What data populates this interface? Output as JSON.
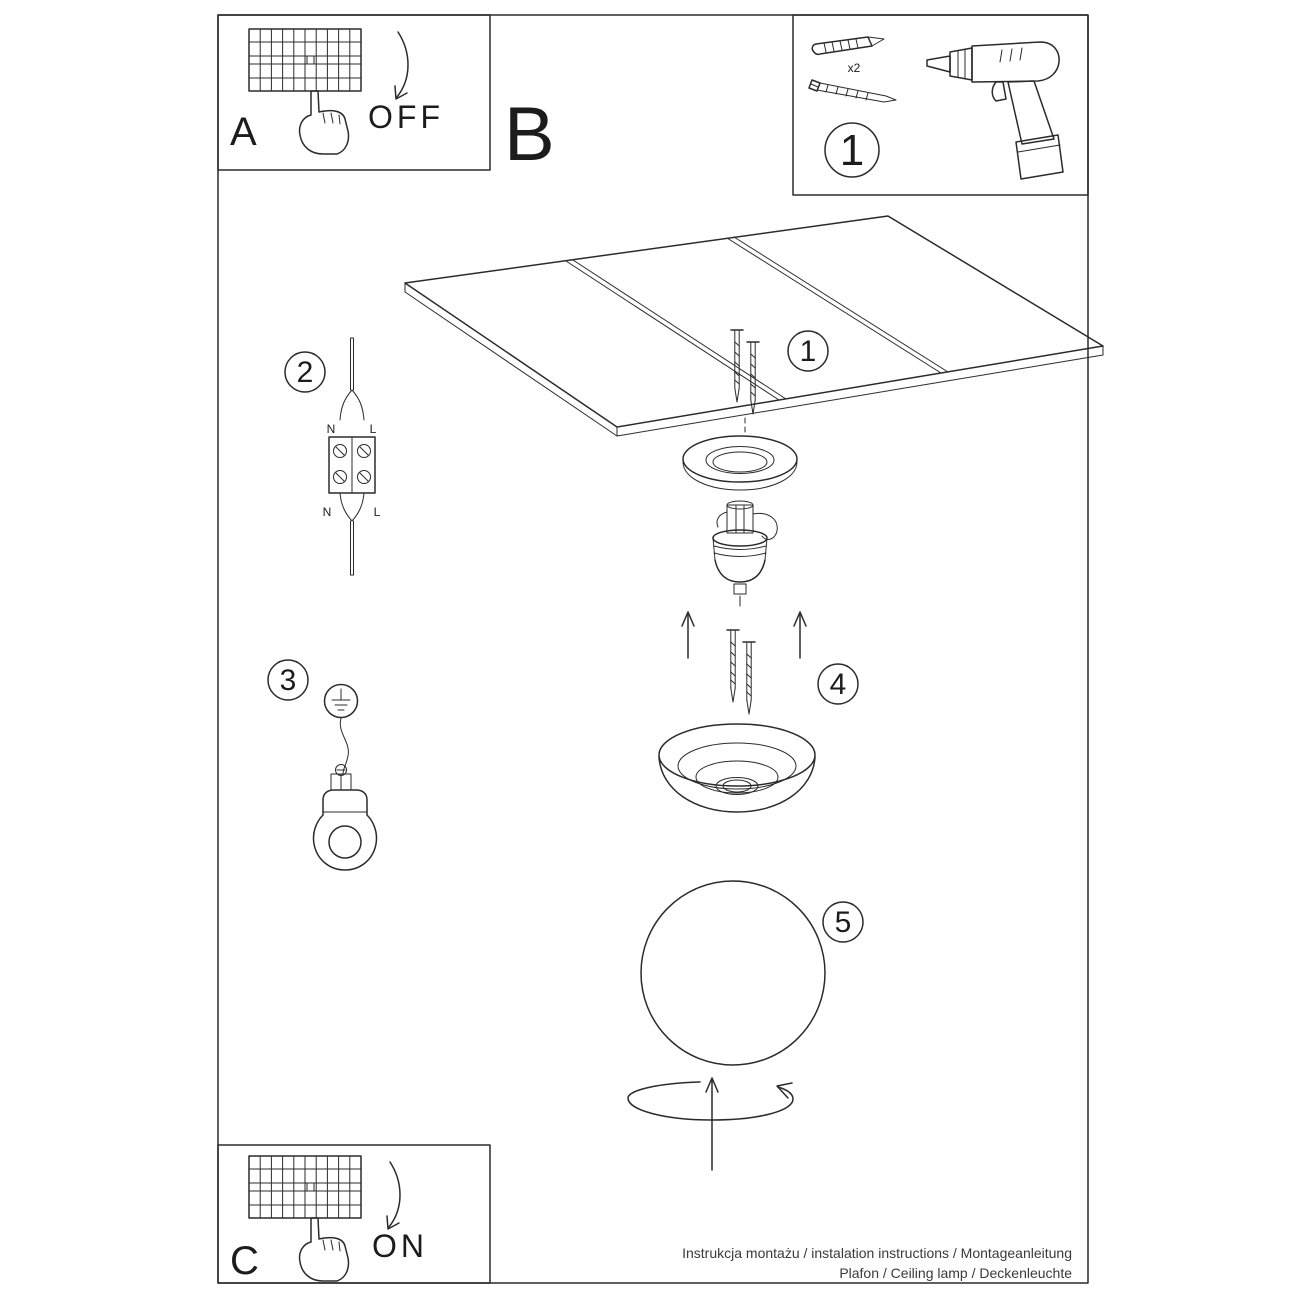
{
  "sheet": {
    "footer_line1": "Instrukcja montażu / instalation instructions / Montageanleitung",
    "footer_line2": "Plafon / Ceiling lamp / Deckenleuchte"
  },
  "sections": {
    "a": {
      "label": "A",
      "action": "OFF"
    },
    "b": {
      "label": "B"
    },
    "c": {
      "label": "C",
      "action": "ON"
    },
    "tools": {
      "step": "1",
      "anchor_count": "x2"
    }
  },
  "steps": {
    "s1": "1",
    "s2": "2",
    "s3": "3",
    "s4": "4",
    "s5": "5"
  },
  "wiring": {
    "n_top": "N",
    "l_top": "L",
    "n_bottom": "N",
    "l_bottom": "L"
  }
}
